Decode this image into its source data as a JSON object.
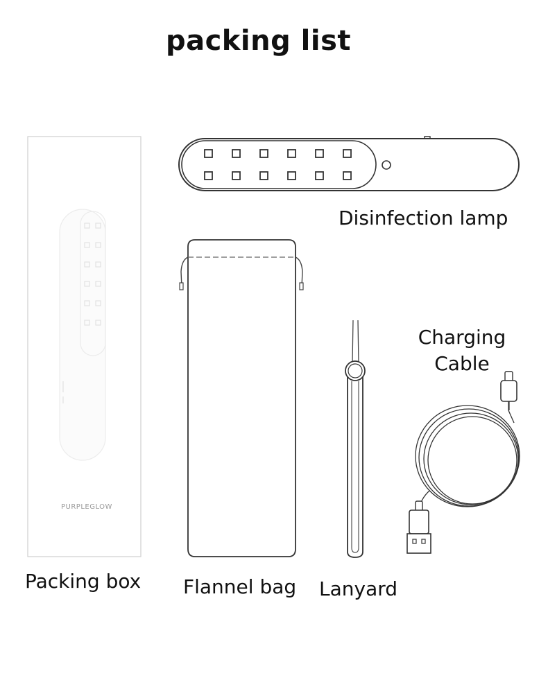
{
  "page": {
    "title": "packing list",
    "items": {
      "lamp": "Disinfection lamp",
      "box": "Packing box",
      "bag": "Flannel bag",
      "lanyard": "Lanyard",
      "cable_line1": "Charging",
      "cable_line2": "Cable"
    },
    "brand": "PURPLEGLOW",
    "icons": {
      "lamp": "disinfection-lamp-icon",
      "box": "packing-box-icon",
      "bag": "flannel-bag-icon",
      "lanyard": "lanyard-icon",
      "cable": "charging-cable-icon"
    }
  }
}
